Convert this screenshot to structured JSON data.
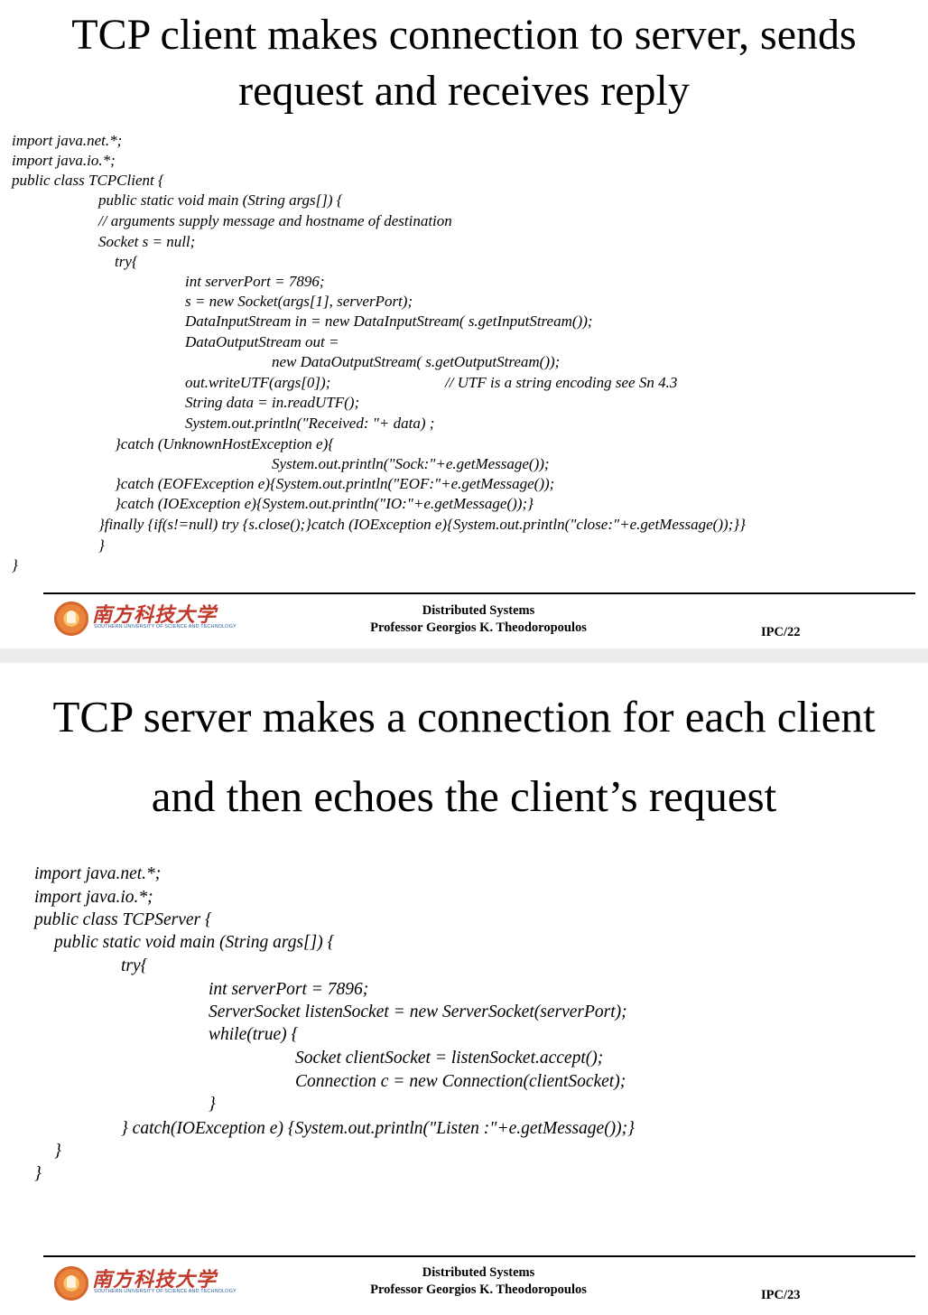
{
  "slides": [
    {
      "title_lines": [
        "TCP client makes connection to server, sends",
        "request and receives reply"
      ],
      "code_lines": [
        "import java.net.*;",
        "import java.io.*;",
        "public class TCPClient {",
        "public static void main (String args[]) {",
        "// arguments supply message and hostname of destination",
        "Socket s = null;",
        "try{",
        "int serverPort = 7896;",
        "s = new Socket(args[1], serverPort);",
        "DataInputStream in = new DataInputStream( s.getInputStream());",
        "DataOutputStream out =",
        "new DataOutputStream( s.getOutputStream());",
        "out.writeUTF(args[0]);",
        "// UTF is a string encoding see Sn 4.3",
        "String data = in.readUTF();",
        "System.out.println(\"Received: \"+ data) ;",
        "}catch (UnknownHostException e){",
        "System.out.println(\"Sock:\"+e.getMessage());",
        "}catch (EOFException e){System.out.println(\"EOF:\"+e.getMessage());",
        "}catch (IOException e){System.out.println(\"IO:\"+e.getMessage());}",
        "}finally {if(s!=null) try {s.close();}catch (IOException e){System.out.println(\"close:\"+e.getMessage());}}",
        "}",
        "}"
      ],
      "footer": {
        "university_cn": "南方科技大学",
        "university_en": "SOUTHERN UNIVERSITY OF SCIENCE AND TECHNOLOGY",
        "course": "Distributed Systems",
        "professor": "Professor  Georgios K. Theodoropoulos",
        "page": "IPC/22"
      }
    },
    {
      "title_lines": [
        "TCP server makes a connection for each client",
        "and then echoes the client’s  request"
      ],
      "code_lines": [
        "import java.net.*;",
        "import java.io.*;",
        "public class TCPServer {",
        "public static void main (String args[]) {",
        "try{",
        "int serverPort = 7896;",
        "ServerSocket listenSocket = new ServerSocket(serverPort);",
        "while(true) {",
        "Socket clientSocket = listenSocket.accept();",
        "Connection c = new Connection(clientSocket);",
        "}",
        "} catch(IOException e) {System.out.println(\"Listen :\"+e.getMessage());}",
        "}",
        "}"
      ],
      "footer": {
        "university_cn": "南方科技大学",
        "university_en": "SOUTHERN UNIVERSITY OF SCIENCE AND TECHNOLOGY",
        "course": "Distributed Systems",
        "professor": "Professor  Georgios K. Theodoropoulos",
        "page": "IPC/23"
      }
    }
  ]
}
